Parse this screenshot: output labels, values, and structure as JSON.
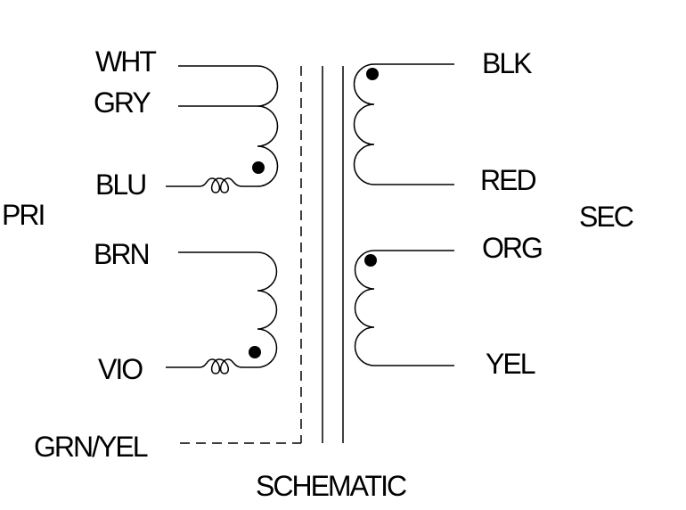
{
  "labels": {
    "pri": "PRI",
    "sec": "SEC",
    "title": "SCHEMATIC"
  },
  "primary": {
    "wht": "WHT",
    "gry": "GRY",
    "blu": "BLU",
    "brn": "BRN",
    "vio": "VIO"
  },
  "secondary": {
    "blk": "BLK",
    "red": "RED",
    "org": "ORG",
    "yel": "YEL"
  },
  "ground": "GRN/YEL"
}
